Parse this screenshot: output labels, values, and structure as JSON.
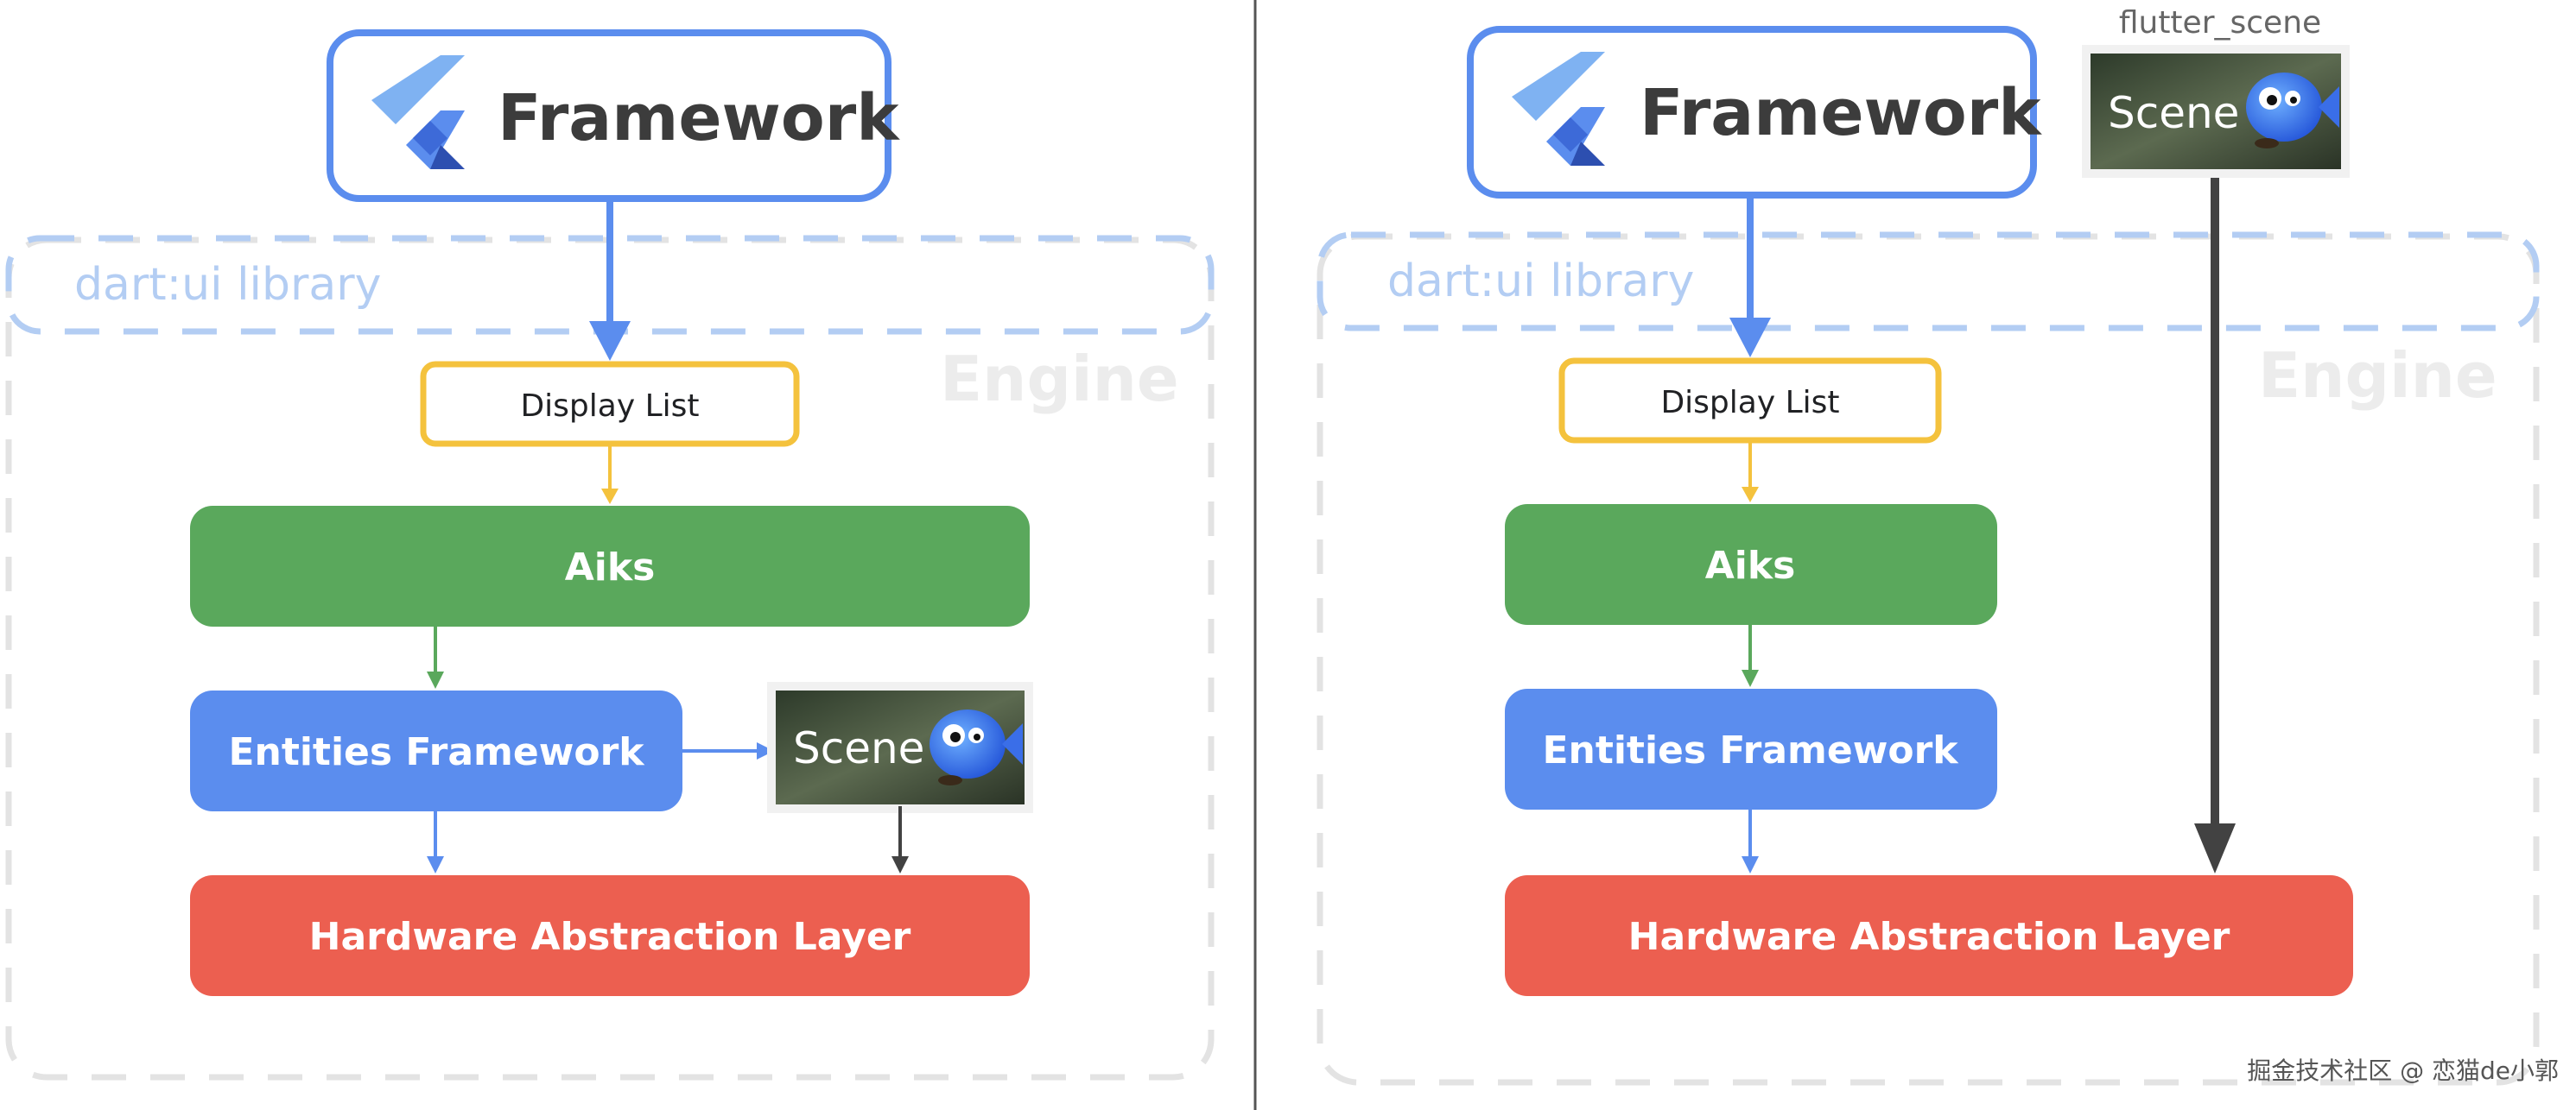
{
  "labels": {
    "framework": "Framework",
    "dart_ui": "dart:ui library",
    "engine": "Engine",
    "display_list": "Display List",
    "aiks": "Aiks",
    "entities": "Entities Framework",
    "hal": "Hardware Abstraction Layer",
    "scene": "Scene",
    "flutter_scene": "flutter_scene",
    "watermark": "掘金技术社区 @ 恋猫de小郭"
  },
  "colors": {
    "framework_border": "#5b8dee",
    "dashed": "#b3cdf3",
    "engine_dashed": "#e3e3e3",
    "display_list_border": "#f4c23d",
    "aiks": "#5aa85c",
    "entities": "#5b8dee",
    "hal": "#ec5f50",
    "scene_dark": "#3a4434",
    "arrow_dark": "#424242",
    "divider": "#555555"
  }
}
